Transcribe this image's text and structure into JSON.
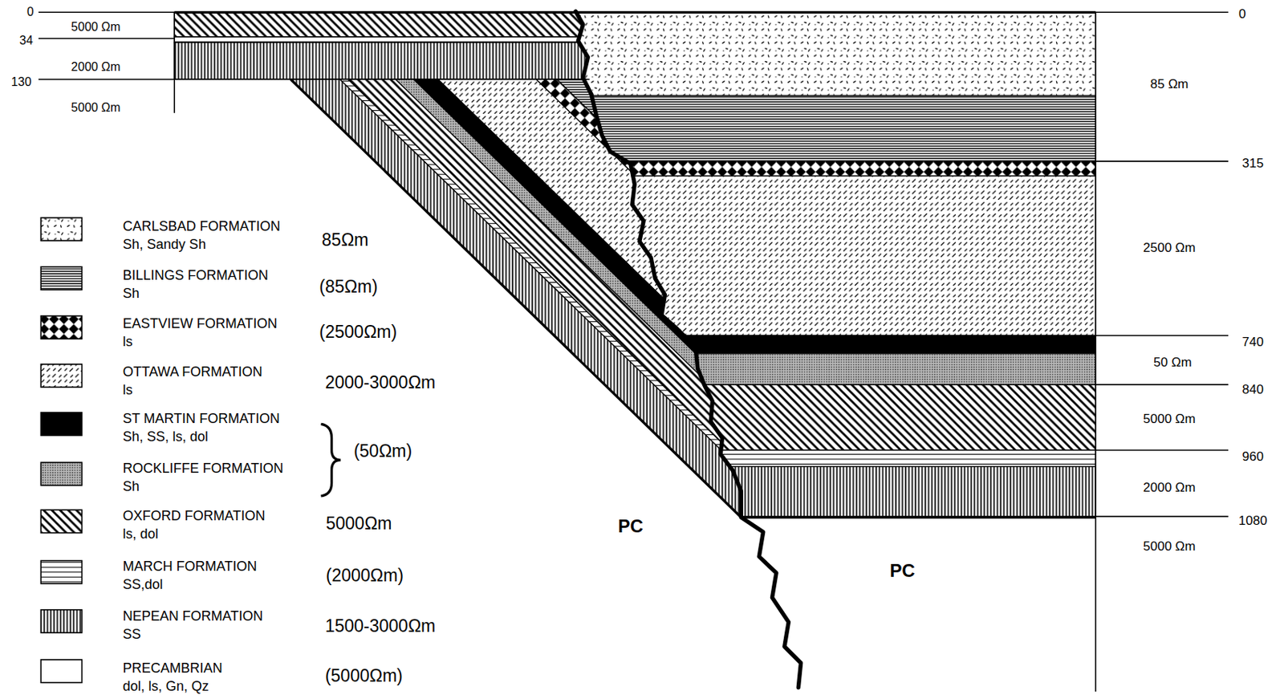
{
  "diagram": {
    "labels": [
      "0",
      "5000 Ωm",
      "34",
      "2000 Ωm",
      "130",
      "5000 Ωm",
      "0",
      "85 Ωm",
      "315",
      "2500 Ωm",
      "740",
      "50 Ωm",
      "840",
      "5000 Ωm",
      "960",
      "2000 Ωm",
      "1080",
      "5000 Ωm",
      "PC",
      "PC",
      "85Ωm",
      "(85Ωm)",
      "(2500Ωm)",
      "2000-3000Ωm",
      "(50Ωm)",
      "5000Ωm",
      "(2000Ωm)",
      "1500-3000Ωm",
      "(5000Ωm)"
    ],
    "legend": [
      {
        "text": "CARLSBAD FORMATION Sh, Sandy Sh"
      },
      {
        "text": "BILLINGS FORMATION Sh"
      },
      {
        "text": "EASTVIEW FORMATION ls"
      },
      {
        "text": "OTTAWA FORMATION ls"
      },
      {
        "text": "ST MARTIN FORMATION Sh, SS, ls, dol"
      },
      {
        "text": "ROCKLIFFE FORMATION Sh"
      },
      {
        "text": "OXFORD FORMATION ls, dol"
      },
      {
        "text": "MARCH FORMATION SS,dol"
      },
      {
        "text": "NEPEAN FORMATION SS"
      },
      {
        "text": "PRECAMBRIAN dol, ls, Gn, Qz"
      }
    ]
  }
}
